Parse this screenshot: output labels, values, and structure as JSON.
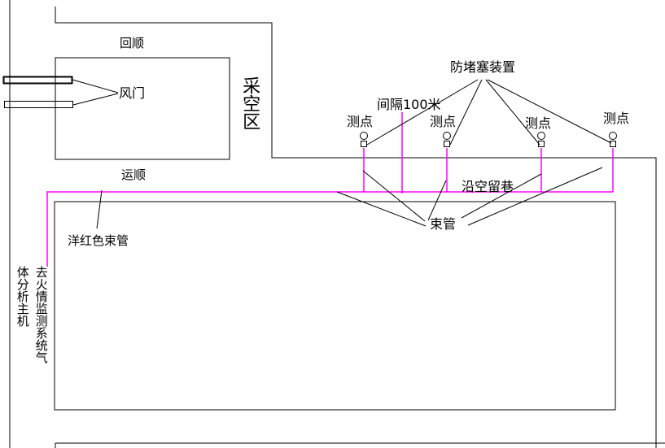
{
  "title": "束管火情监测系统布置示意图",
  "colors": {
    "line": "#000000",
    "tube": "#ff00ff",
    "background": "#ffffff"
  },
  "labels": {
    "return_roadway": "回顺",
    "transport_roadway": "运顺",
    "goaf": "采空区",
    "air_door": "风门",
    "anti_blocking_device": "防堵塞装置",
    "interval": "间隔100米",
    "measure_point": "测点",
    "gob_side_roadway": "沿空留巷",
    "bundle_tube": "束管",
    "magenta_tube": "洋红色束管",
    "to_system_a": "去火情监测系统气",
    "to_system_b": "体分析主机"
  },
  "measure_points": [
    {
      "label": "测点"
    },
    {
      "label": "测点"
    },
    {
      "label": "测点"
    },
    {
      "label": "测点"
    }
  ]
}
